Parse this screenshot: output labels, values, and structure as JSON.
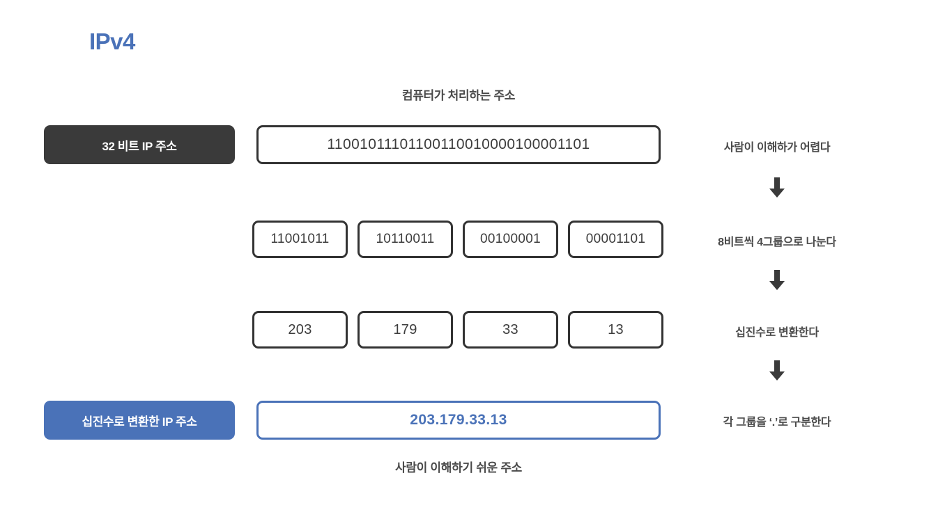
{
  "title": "IPv4",
  "captions": {
    "top": "컴퓨터가 처리하는 주소",
    "bottom": "사람이 이해하기 쉬운 주소"
  },
  "labels": {
    "bits": "32 비트 IP 주소",
    "decimal": "십진수로 변환한 IP 주소"
  },
  "values": {
    "binary_full": "11001011101100110010000100001101",
    "ip_decimal": "203.179.33.13"
  },
  "octets": [
    "11001011",
    "10110011",
    "00100001",
    "00001101"
  ],
  "decimals": [
    "203",
    "179",
    "33",
    "13"
  ],
  "notes": [
    "사람이 이해하가 어렵다",
    "8비트씩 4그룹으로 나눈다",
    "십진수로 변환한다",
    "각 그룹을 ‘.’로 구분한다"
  ],
  "icons": {
    "arrow": "arrow-down-icon"
  },
  "colors": {
    "accent_blue": "#4a72b8",
    "dark": "#3a3a3a",
    "text": "#4a4a4a",
    "background": "#ffffff"
  }
}
